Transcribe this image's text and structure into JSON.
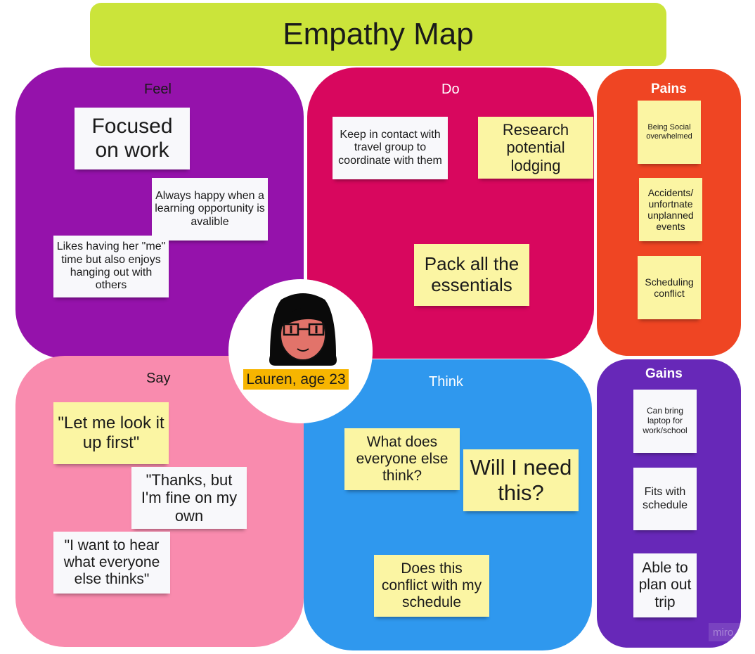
{
  "title": "Empathy Map",
  "persona": {
    "name": "Lauren, age 23"
  },
  "quadrants": {
    "feel": {
      "label": "Feel",
      "notes": [
        "Focused on work",
        "Always happy when a learning opportunity is avalible",
        "Likes having her \"me\" time but also enjoys hanging out with others"
      ]
    },
    "do": {
      "label": "Do",
      "notes": [
        "Keep in contact with travel group to coordinate with them",
        "Research potential lodging",
        "Pack all the essentials"
      ]
    },
    "say": {
      "label": "Say",
      "notes": [
        "\"Let me look it up first\"",
        "\"Thanks, but I'm fine on my own",
        "\"I want to hear what everyone else thinks\""
      ]
    },
    "think": {
      "label": "Think",
      "notes": [
        "What does everyone else think?",
        "Will I need this?",
        "Does this conflict with my schedule"
      ]
    }
  },
  "pains": {
    "label": "Pains",
    "notes": [
      "Being Social overwhelmed",
      "Accidents/ unfortnate unplanned events",
      "Scheduling conflict"
    ]
  },
  "gains": {
    "label": "Gains",
    "notes": [
      "Can bring laptop for work/school",
      "Fits with schedule",
      "Able to plan out trip"
    ]
  },
  "watermark": "miro",
  "colors": {
    "title_bg": "#cbe43a",
    "feel": "#9512ab",
    "do": "#d8075e",
    "say": "#f98bae",
    "think": "#2f98ee",
    "pains": "#ef4523",
    "gains": "#6728b8",
    "sticky_yellow": "#fbf5a3",
    "sticky_white": "#f8f8fb",
    "name_tag": "#f7b500"
  }
}
